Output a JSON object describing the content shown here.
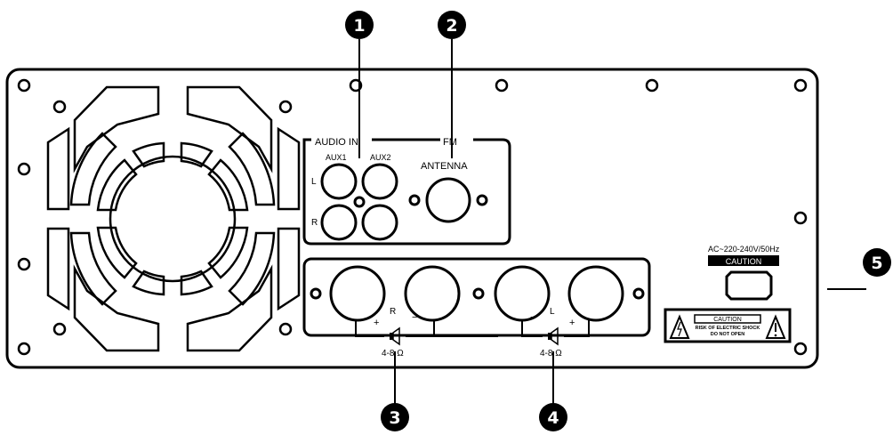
{
  "callouts": {
    "c1": "1",
    "c2": "2",
    "c3": "3",
    "c4": "4",
    "c5": "5"
  },
  "audio_in": {
    "group_label": "AUDIO IN",
    "aux1": "AUX1",
    "aux2": "AUX2",
    "left": "L",
    "right": "R"
  },
  "fm": {
    "group_label": "FM",
    "antenna": "ANTENNA"
  },
  "speakers": {
    "right_label": "R",
    "left_label": "L",
    "plus": "+",
    "minus": "−",
    "impedance_right": "4-8 Ω",
    "impedance_left": "4-8 Ω"
  },
  "power": {
    "rating": "AC~220-240V/50Hz",
    "caution_header": "CAUTION",
    "warning_title": "CAUTION",
    "warning_line1": "RISK OF ELECTRIC SHOCK",
    "warning_line2": "DO NOT OPEN"
  }
}
